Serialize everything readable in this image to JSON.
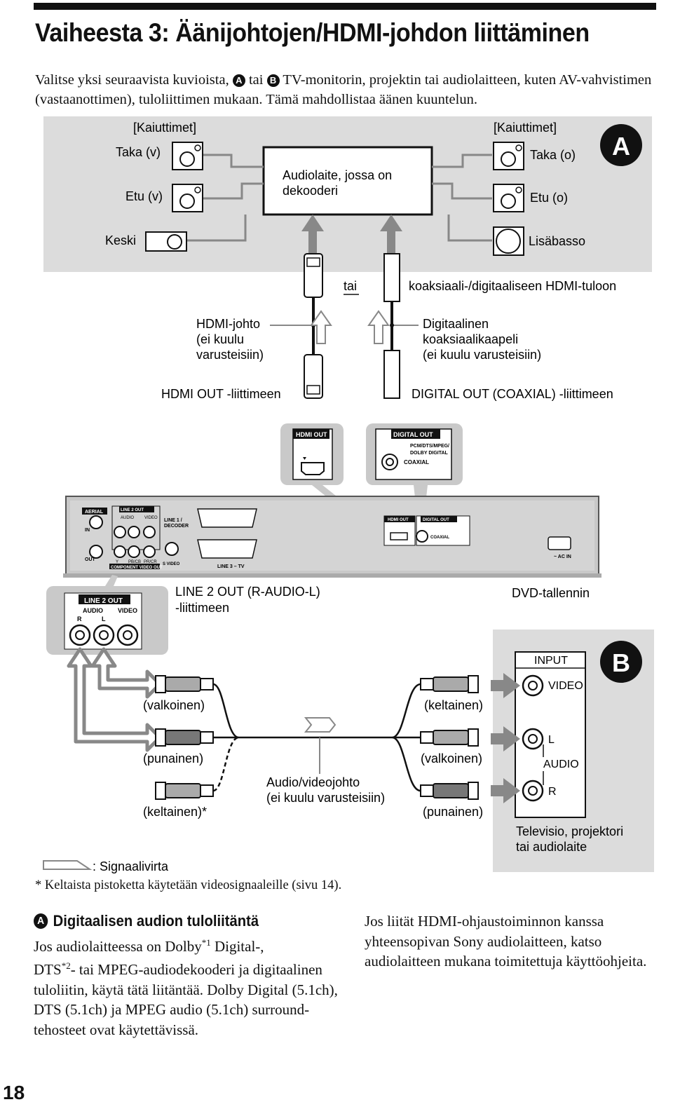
{
  "page": {
    "title": "Vaiheesta 3: Äänijohtojen/HDMI-johdon liittäminen",
    "intro_before": "Valitse yksi seuraavista kuvioista, ",
    "intro_a": "A",
    "intro_mid": " tai ",
    "intro_b": "B",
    "intro_after": " TV-monitorin, projektin tai audiolaitteen, kuten AV-vahvistimen (vastaanottimen), tuloliittimen mukaan. Tämä mahdollistaa äänen kuuntelun.",
    "page_number": "18"
  },
  "diagram": {
    "badge_a": "A",
    "badge_b": "B",
    "speakers_left_header": "[Kaiuttimet]",
    "speakers_right_header": "[Kaiuttimet]",
    "rear_left": "Taka (v)",
    "front_left": "Etu (v)",
    "rear_right": "Taka (o)",
    "front_right": "Etu (o)",
    "center": "Keski",
    "subwoofer": "Lisäbasso",
    "decoder_line1": "Audiolaite, jossa on",
    "decoder_line2": "dekooderi",
    "or_label": "tai",
    "coax_hdmi_in": "koaksiaali-/digitaaliseen HDMI-tuloon",
    "hdmi_cable_1": "HDMI-johto",
    "hdmi_cable_2": "(ei kuulu",
    "hdmi_cable_3": "varusteisiin)",
    "coax_cable_1": "Digitaalinen",
    "coax_cable_2": "koaksiaalikaapeli",
    "coax_cable_3": "(ei kuulu varusteisiin)",
    "hdmi_out_to": "HDMI OUT -liittimeen",
    "digital_out_to": "DIGITAL OUT (COAXIAL) -liittimeen",
    "panel_hdmi_out": "HDMI OUT",
    "panel_digital_out": "DIGITAL OUT",
    "panel_pcm": "PCM/DTS/MPEG/",
    "panel_dolby": "DOLBY DIGITAL",
    "panel_coaxial": "COAXIAL",
    "rear_aerial": "AERIAL",
    "rear_line2out": "LINE 2 OUT",
    "rear_audio": "AUDIO",
    "rear_r": "R",
    "rear_l": "L",
    "rear_video": "VIDEO",
    "rear_in": "IN",
    "rear_out": "OUT",
    "rear_line1": "LINE 1 /",
    "rear_decoder": "DECODER",
    "rear_svideo": "S VIDEO",
    "rear_line3": "LINE 3 – TV",
    "rear_component": "COMPONENT VIDEO OUT",
    "rear_y": "Y",
    "rear_pbcb": "PB/CB",
    "rear_prcr": "PR/CR",
    "rear_acin": "~ AC IN",
    "line2_out_to_1": "LINE 2 OUT (R-AUDIO-L)",
    "line2_out_to_2": "-liittimeen",
    "dvd_recorder": "DVD-tallennin",
    "input": "INPUT",
    "video": "VIDEO",
    "audio": "AUDIO",
    "l": "L",
    "r": "R",
    "white_left": "(valkoinen)",
    "red_left": "(punainen)",
    "yellow_left": "(keltainen)*",
    "yellow_right": "(keltainen)",
    "white_right": "(valkoinen)",
    "red_right": "(punainen)",
    "av_cable_1": "Audio/videojohto",
    "av_cable_2": "(ei kuulu varusteisiin)",
    "tv_1": "Televisio, projektori",
    "tv_2": "tai audiolaite",
    "signal_flow": ": Signaalivirta"
  },
  "footnote": "* Keltaista pistoketta käytetään videosignaaleille (sivu 14).",
  "section_a": {
    "badge": "A",
    "heading": "Digitaalisen audion tuloliitäntä",
    "p1": "Jos audiolaitteessa on Dolby",
    "sup1": "*1",
    "p2": " Digital-,",
    "p3": "DTS",
    "sup2": "*2",
    "p4": "- tai MPEG-audiodekooderi ja digitaalinen tuloliitin, käytä tätä liitäntää. Dolby Digital (5.1ch), DTS (5.1ch) ja MPEG audio (5.1ch) surround-tehosteet ovat käytettävissä."
  },
  "section_right": {
    "text": "Jos liität HDMI-ohjaustoiminnon kanssa yhteensopivan Sony audiolaitteen, katso audiolaitteen mukana toimitettuja käyttöohjeita."
  }
}
